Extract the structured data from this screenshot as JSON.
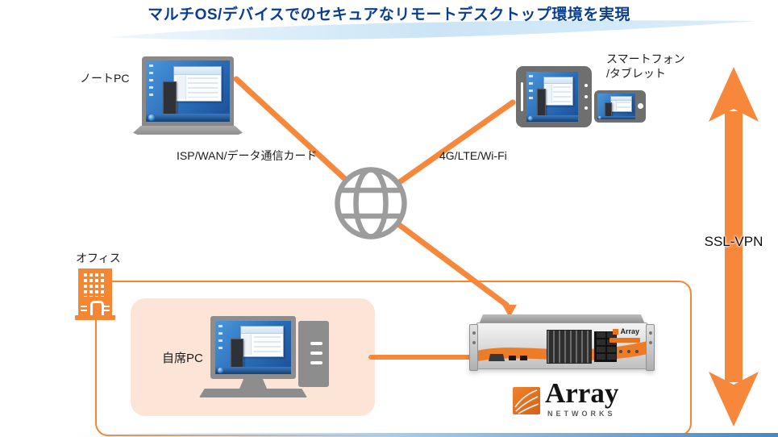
{
  "title": {
    "text": "マルチOS/デバイスでのセキュアなリモートデスクトップ環境を実現"
  },
  "devices": {
    "laptop_label": "ノートPC",
    "smart_label_line1": "スマートフォン",
    "smart_label_line2": "/タブレット",
    "desk_pc_label": "自席PC"
  },
  "network": {
    "wan_label": "ISP/WAN/データ通信カード",
    "mobile_label": "4G/LTE/Wi-Fi",
    "ssl_vpn_label": "SSL-VPN"
  },
  "office": {
    "label": "オフィス"
  },
  "appliance": {
    "badge": "Array"
  },
  "logo": {
    "name": "Array",
    "sub": "NETWORKS"
  },
  "colors": {
    "accent_orange": "#F6873B",
    "title_blue": "#0A3E92",
    "ribbon_blue": "#CBE5F6",
    "lan_fill": "#FCE5D7",
    "globe_gray": "#9C9C9C",
    "device_gray": "#8C8C8C"
  }
}
